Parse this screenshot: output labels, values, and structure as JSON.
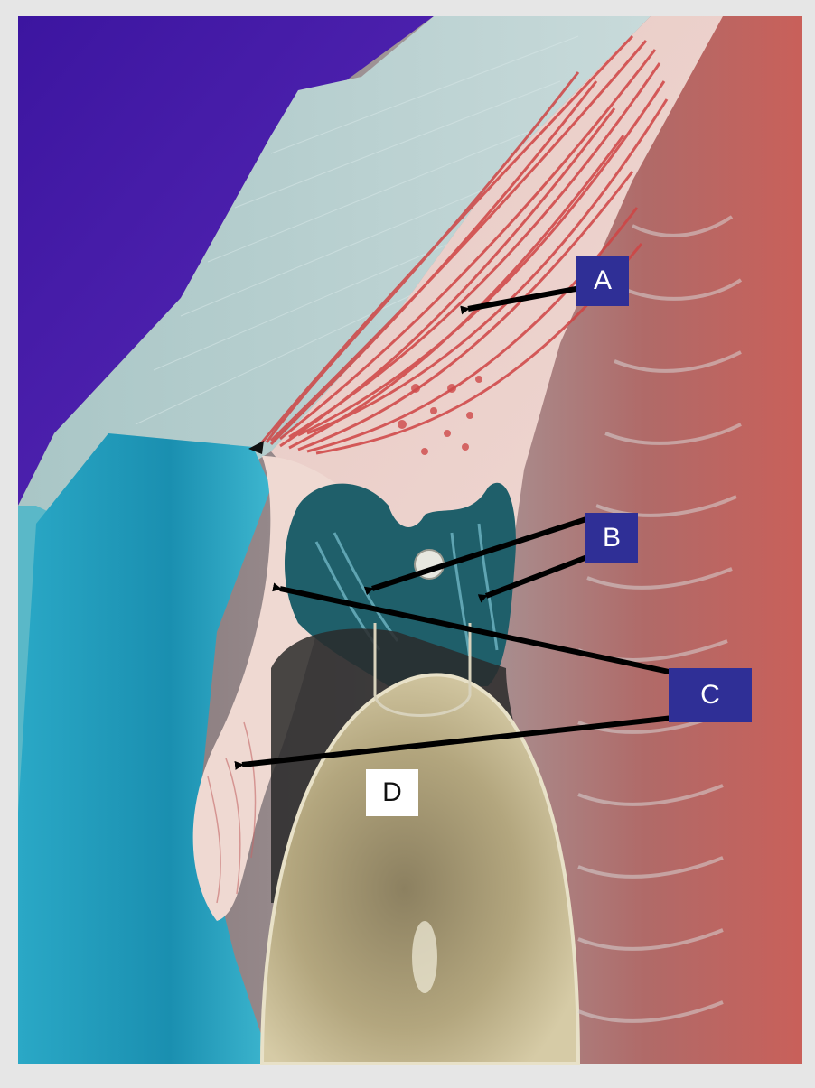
{
  "labels": {
    "a": "A",
    "b": "B",
    "c": "C",
    "d": "D"
  },
  "colors": {
    "label_box": "#2f2f96",
    "label_box_d": "#ffffff",
    "arrow": "#000000",
    "background_purple": "#4a1fa8",
    "cornea_stroma": "#b6cfcf",
    "muscle_red": "#d24a4a",
    "dye_blue": "#1e9bb8",
    "lens_gold": "#b0a27a",
    "retina_gray": "#8a7d7d"
  }
}
